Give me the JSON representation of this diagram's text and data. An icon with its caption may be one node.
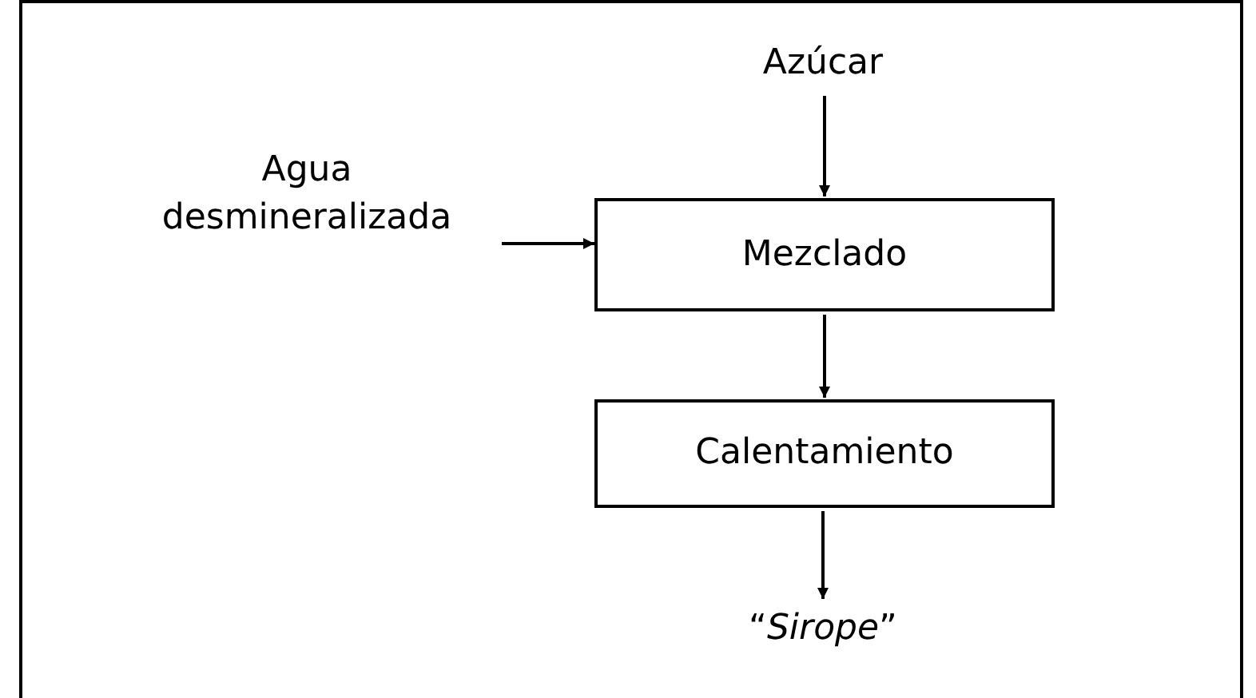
{
  "diagram": {
    "nodes": [
      {
        "text": [
          "Azúcar"
        ]
      },
      {
        "text": [
          "Agua desmineralizada"
        ]
      },
      {
        "text": [
          "Mezclado"
        ]
      },
      {
        "text": [
          "Calentamiento"
        ]
      },
      {
        "text": [
          "“*Sirope*”"
        ]
      }
    ],
    "edges": [
      {
        "from": 0,
        "to": 2,
        "arrow": "to"
      },
      {
        "from": 1,
        "to": 2,
        "arrow": "to"
      },
      {
        "from": 2,
        "to": 3,
        "arrow": "to"
      },
      {
        "from": 3,
        "to": 4,
        "arrow": "to"
      }
    ]
  }
}
